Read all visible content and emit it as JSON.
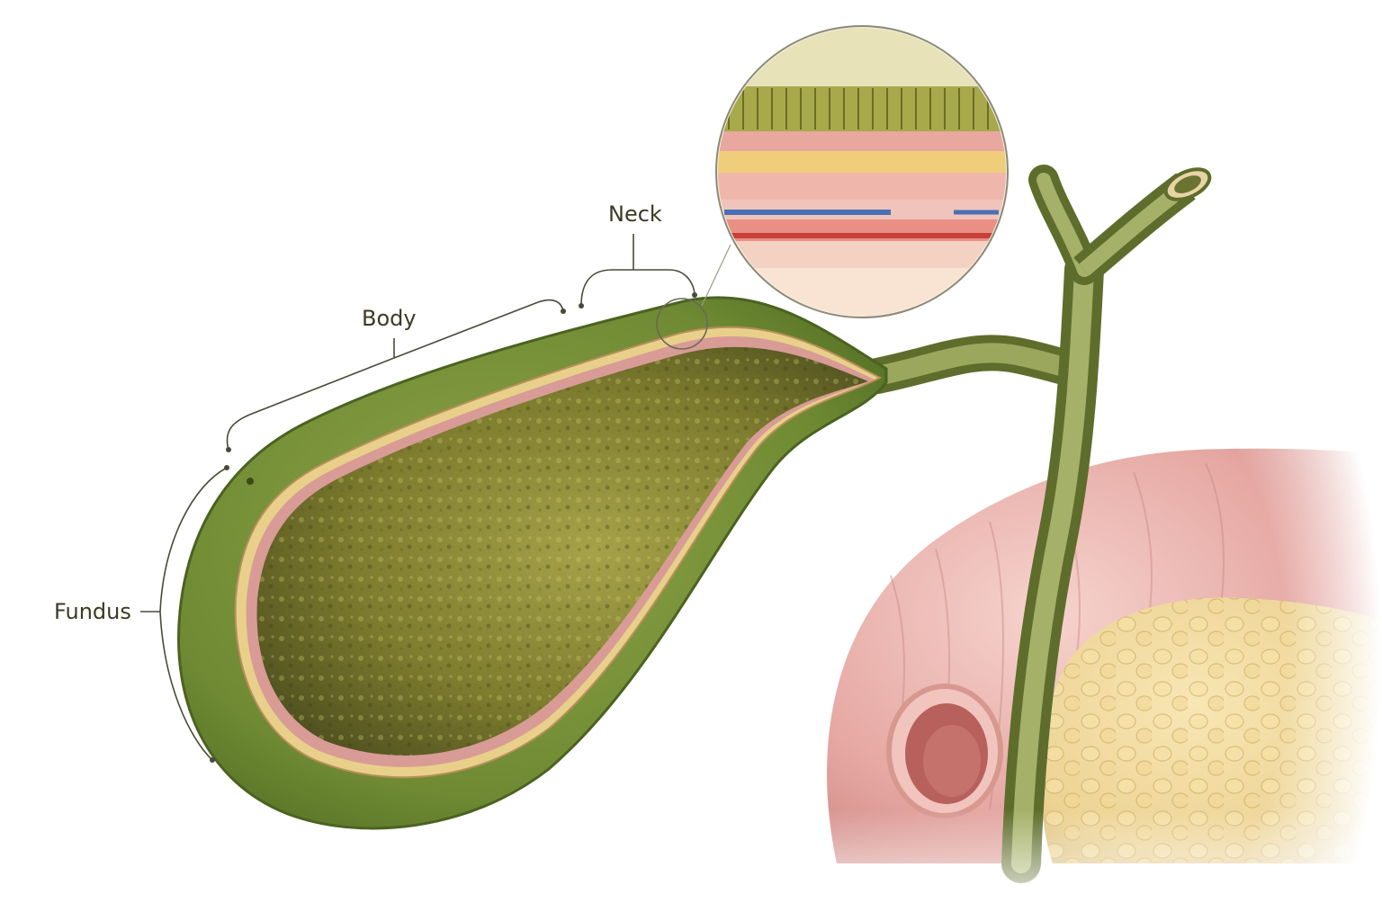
{
  "labels": {
    "neck": "Neck",
    "body": "Body",
    "fundus": "Fundus"
  },
  "colors": {
    "gallbladder_wall": "#6f8a33",
    "gallbladder_wall_dark": "#4f6a22",
    "lumen": "#7a7a2a",
    "mucosa_pink": "#d9a3a0",
    "duct": "#7e8c45",
    "duodenum": "#e6a8a3",
    "pancreas": "#ecd394",
    "label_text": "#3d3a24",
    "bracket": "#4a4a3a"
  },
  "icons": {
    "inset": "histology-magnifier-icon"
  }
}
